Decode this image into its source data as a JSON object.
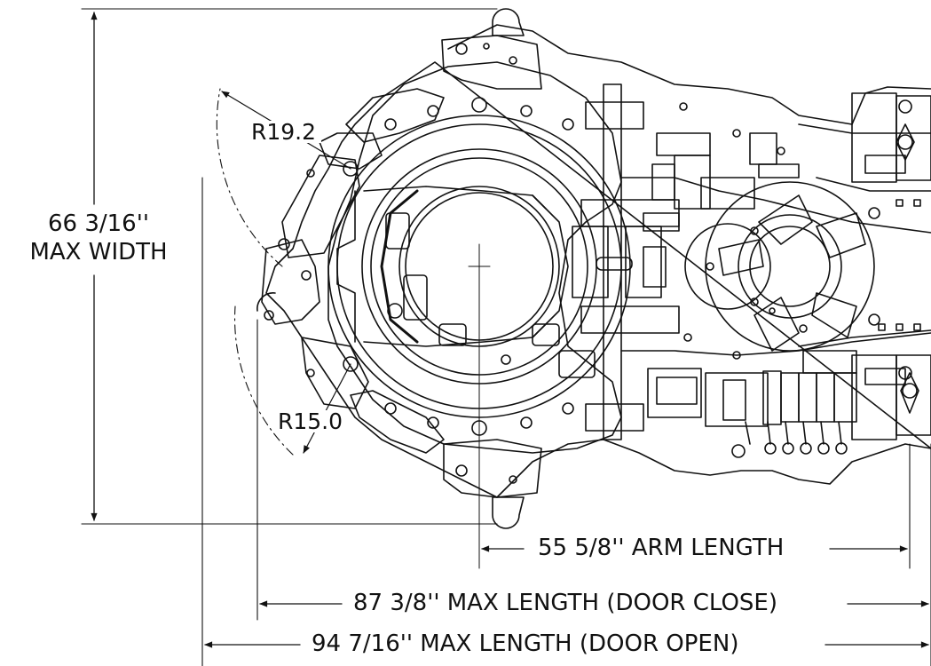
{
  "drawing": {
    "max_width_value": "66 3/16''",
    "max_width_caption": "MAX WIDTH",
    "radius_upper": "R19.2",
    "radius_lower": "R15.0",
    "arm_length": "55 5/8''  ARM LENGTH",
    "max_length_door_close": "87 3/8'' MAX LENGTH (DOOR CLOSE)",
    "max_length_door_open": "94 7/16'' MAX LENGTH (DOOR OPEN)"
  },
  "colors": {
    "line": "#111111",
    "background": "#ffffff"
  }
}
